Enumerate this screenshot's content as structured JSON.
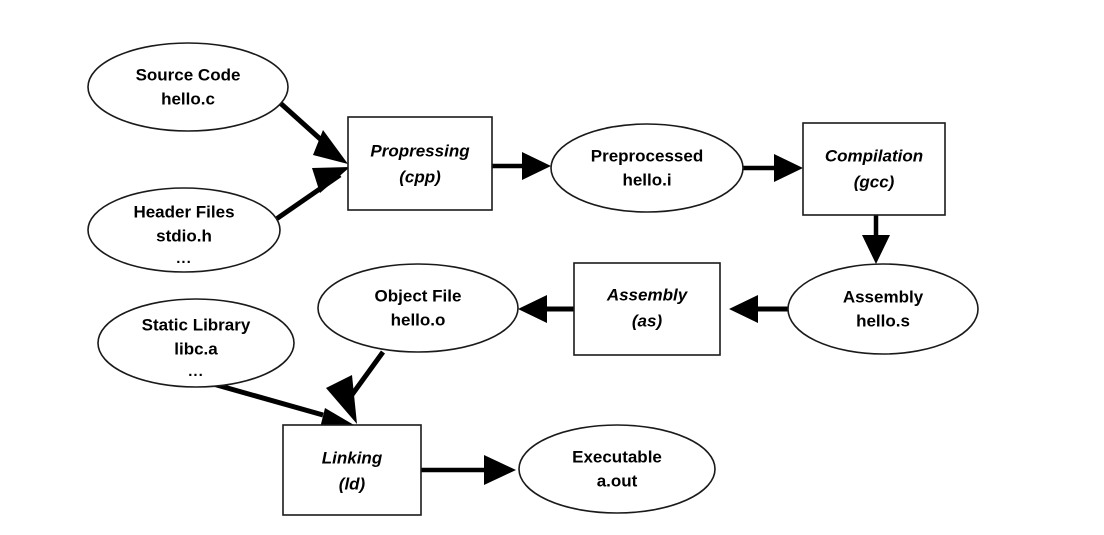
{
  "diagram": {
    "title": "C compilation toolchain flow",
    "background_color": "#ffffff",
    "stroke_color": "#000000",
    "nodes": [
      {
        "id": "source-code",
        "shape": "ellipse",
        "role": "artifact",
        "lines": [
          "Source Code",
          "hello.c"
        ],
        "line1": "Source Code",
        "line2": "hello.c",
        "line3": ""
      },
      {
        "id": "header-files",
        "shape": "ellipse",
        "role": "artifact",
        "lines": [
          "Header Files",
          "stdio.h",
          "..."
        ],
        "line1": "Header Files",
        "line2": "stdio.h",
        "line3": "..."
      },
      {
        "id": "preprocessing",
        "shape": "box",
        "role": "process",
        "lines": [
          "Propressing",
          "(cpp)"
        ],
        "line1": "Propressing",
        "line2": "(cpp)",
        "line3": ""
      },
      {
        "id": "preprocessed",
        "shape": "ellipse",
        "role": "artifact",
        "lines": [
          "Preprocessed",
          "hello.i"
        ],
        "line1": "Preprocessed",
        "line2": "hello.i",
        "line3": ""
      },
      {
        "id": "compilation",
        "shape": "box",
        "role": "process",
        "lines": [
          "Compilation",
          "(gcc)"
        ],
        "line1": "Compilation",
        "line2": "(gcc)",
        "line3": ""
      },
      {
        "id": "assembly-file",
        "shape": "ellipse",
        "role": "artifact",
        "lines": [
          "Assembly",
          "hello.s"
        ],
        "line1": "Assembly",
        "line2": "hello.s",
        "line3": ""
      },
      {
        "id": "assembly-step",
        "shape": "box",
        "role": "process",
        "lines": [
          "Assembly",
          "(as)"
        ],
        "line1": "Assembly",
        "line2": "(as)",
        "line3": ""
      },
      {
        "id": "object-file",
        "shape": "ellipse",
        "role": "artifact",
        "lines": [
          "Object File",
          "hello.o"
        ],
        "line1": "Object File",
        "line2": "hello.o",
        "line3": ""
      },
      {
        "id": "static-library",
        "shape": "ellipse",
        "role": "artifact",
        "lines": [
          "Static Library",
          "libc.a",
          "..."
        ],
        "line1": "Static Library",
        "line2": "libc.a",
        "line3": "..."
      },
      {
        "id": "linking",
        "shape": "box",
        "role": "process",
        "lines": [
          "Linking",
          "(ld)"
        ],
        "line1": "Linking",
        "line2": "(ld)",
        "line3": ""
      },
      {
        "id": "executable",
        "shape": "ellipse",
        "role": "artifact",
        "lines": [
          "Executable",
          "a.out"
        ],
        "line1": "Executable",
        "line2": "a.out",
        "line3": ""
      }
    ],
    "edges": [
      {
        "id": "src-to-cpp",
        "from": "source-code",
        "to": "preprocessing"
      },
      {
        "id": "hdr-to-cpp",
        "from": "header-files",
        "to": "preprocessing"
      },
      {
        "id": "cpp-to-preprocessed",
        "from": "preprocessing",
        "to": "preprocessed"
      },
      {
        "id": "preprocessed-to-gcc",
        "from": "preprocessed",
        "to": "compilation"
      },
      {
        "id": "gcc-to-asmfile",
        "from": "compilation",
        "to": "assembly-file"
      },
      {
        "id": "asmfile-to-as",
        "from": "assembly-file",
        "to": "assembly-step"
      },
      {
        "id": "as-to-object",
        "from": "assembly-step",
        "to": "object-file"
      },
      {
        "id": "object-to-linking",
        "from": "object-file",
        "to": "linking"
      },
      {
        "id": "libs-to-linking",
        "from": "static-library",
        "to": "linking"
      },
      {
        "id": "linking-to-executable",
        "from": "linking",
        "to": "executable"
      }
    ]
  }
}
